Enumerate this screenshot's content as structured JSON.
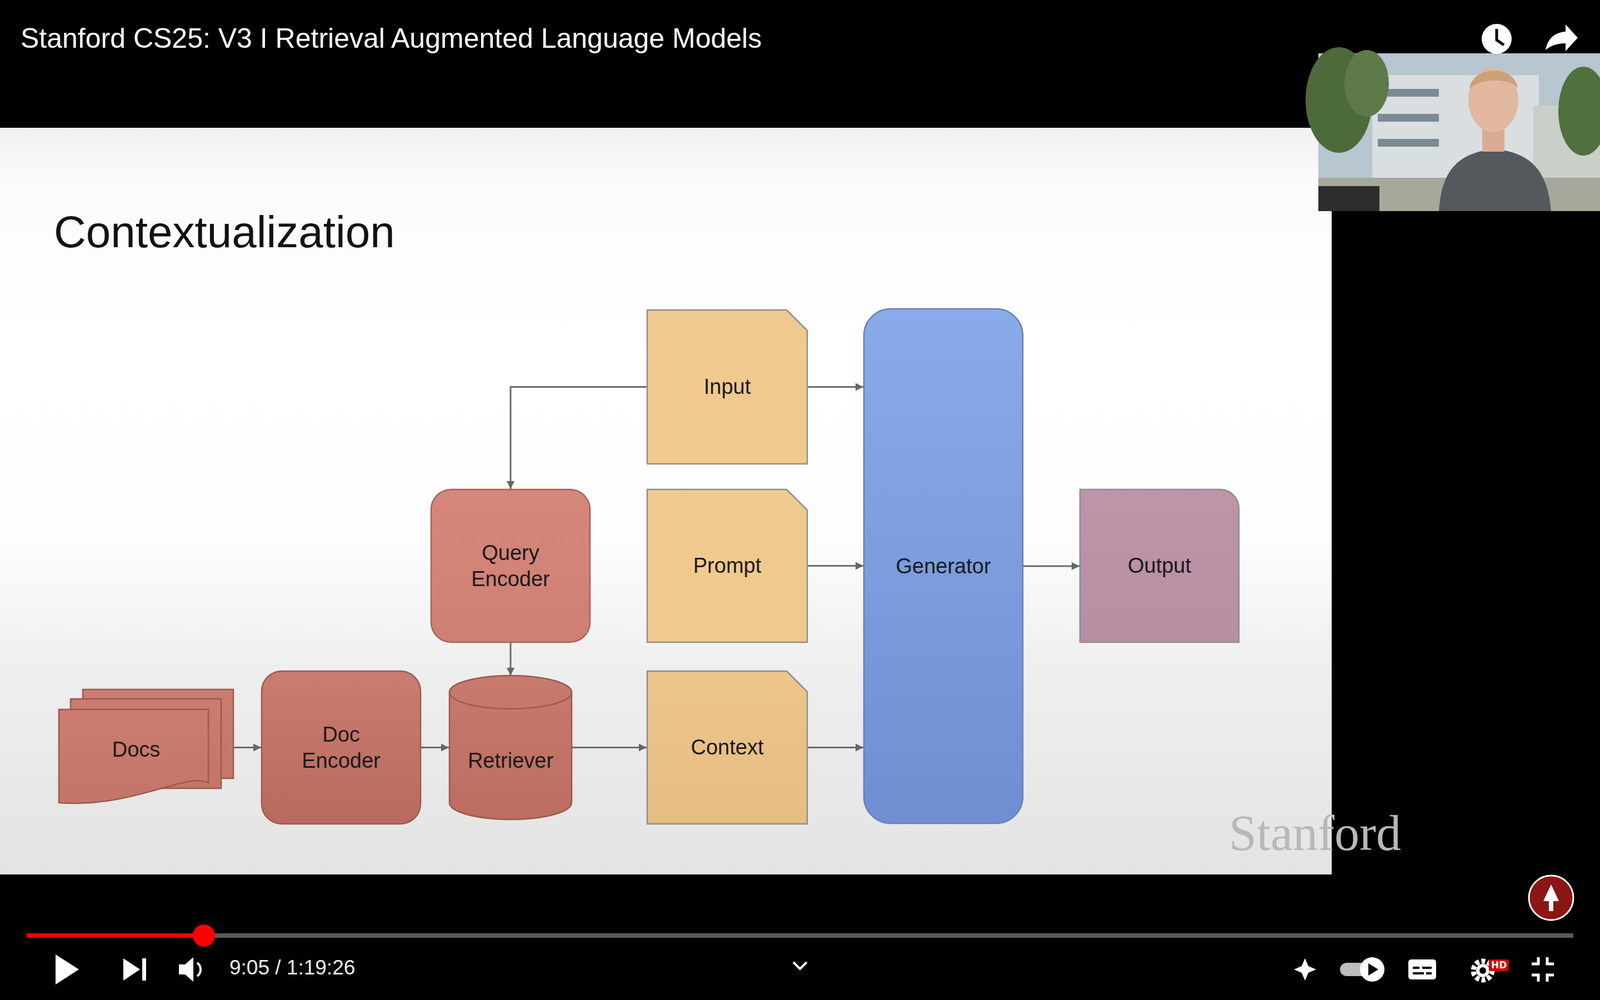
{
  "diagram": {
    "title": "Contextualization",
    "nodes": [
      {
        "text": [
          "Input"
        ]
      },
      {
        "text": [
          "Query Encoder"
        ]
      },
      {
        "text": [
          "Prompt"
        ]
      },
      {
        "text": [
          "Generator"
        ]
      },
      {
        "text": [
          "Output"
        ]
      },
      {
        "text": [
          "Docs"
        ]
      },
      {
        "text": [
          "Doc Encoder"
        ]
      },
      {
        "text": [
          "Retriever"
        ]
      },
      {
        "text": [
          "Context"
        ]
      }
    ],
    "edges": [
      {
        "from": 0,
        "to": 1,
        "arrow": "to"
      },
      {
        "from": 0,
        "to": 3,
        "arrow": "to"
      },
      {
        "from": 2,
        "to": 3,
        "arrow": "to"
      },
      {
        "from": 8,
        "to": 3,
        "arrow": "to"
      },
      {
        "from": 3,
        "to": 4,
        "arrow": "to"
      },
      {
        "from": 5,
        "to": 6,
        "arrow": "to"
      },
      {
        "from": 6,
        "to": 7,
        "arrow": "to"
      },
      {
        "from": 1,
        "to": 7,
        "arrow": "to"
      },
      {
        "from": 7,
        "to": 8,
        "arrow": "to"
      }
    ],
    "labels": [
      "Stanford CS25: V3 I Retrieval Augmented Language Models",
      "Stanford",
      "9:05 / 1:19:26",
      "HD"
    ]
  }
}
